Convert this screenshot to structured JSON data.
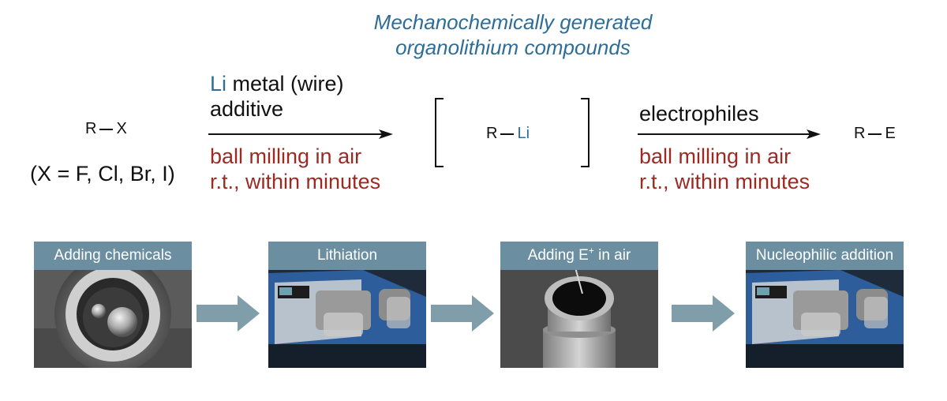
{
  "headline": {
    "line1": "Mechanochemically generated",
    "line2": "organolithium compounds"
  },
  "reactant": {
    "r": "R",
    "x": "X",
    "scope": "(X = F,  Cl, Br, I)"
  },
  "step1": {
    "reagent_li": "Li",
    "reagent_rest": " metal (wire)",
    "additive": "additive",
    "cond1": "ball milling in air",
    "cond2": "r.t., within minutes"
  },
  "intermediate": {
    "r": "R",
    "li": "Li"
  },
  "step2": {
    "reagent": "electrophiles",
    "cond1": "ball milling in air",
    "cond2": "r.t., within minutes"
  },
  "product": {
    "r": "R",
    "e": "E"
  },
  "photos": [
    {
      "caption": "Adding chemicals"
    },
    {
      "caption": "Lithiation"
    },
    {
      "caption_main": "Adding E",
      "caption_sup": "+",
      "caption_tail": " in air"
    },
    {
      "caption": "Nucleophilic addition"
    }
  ],
  "colors": {
    "headline_blue": "#2f6d96",
    "condition_red": "#9c2a22",
    "caption_bar": "#6b8fa0",
    "flow_arrow": "#7f9ea9"
  }
}
